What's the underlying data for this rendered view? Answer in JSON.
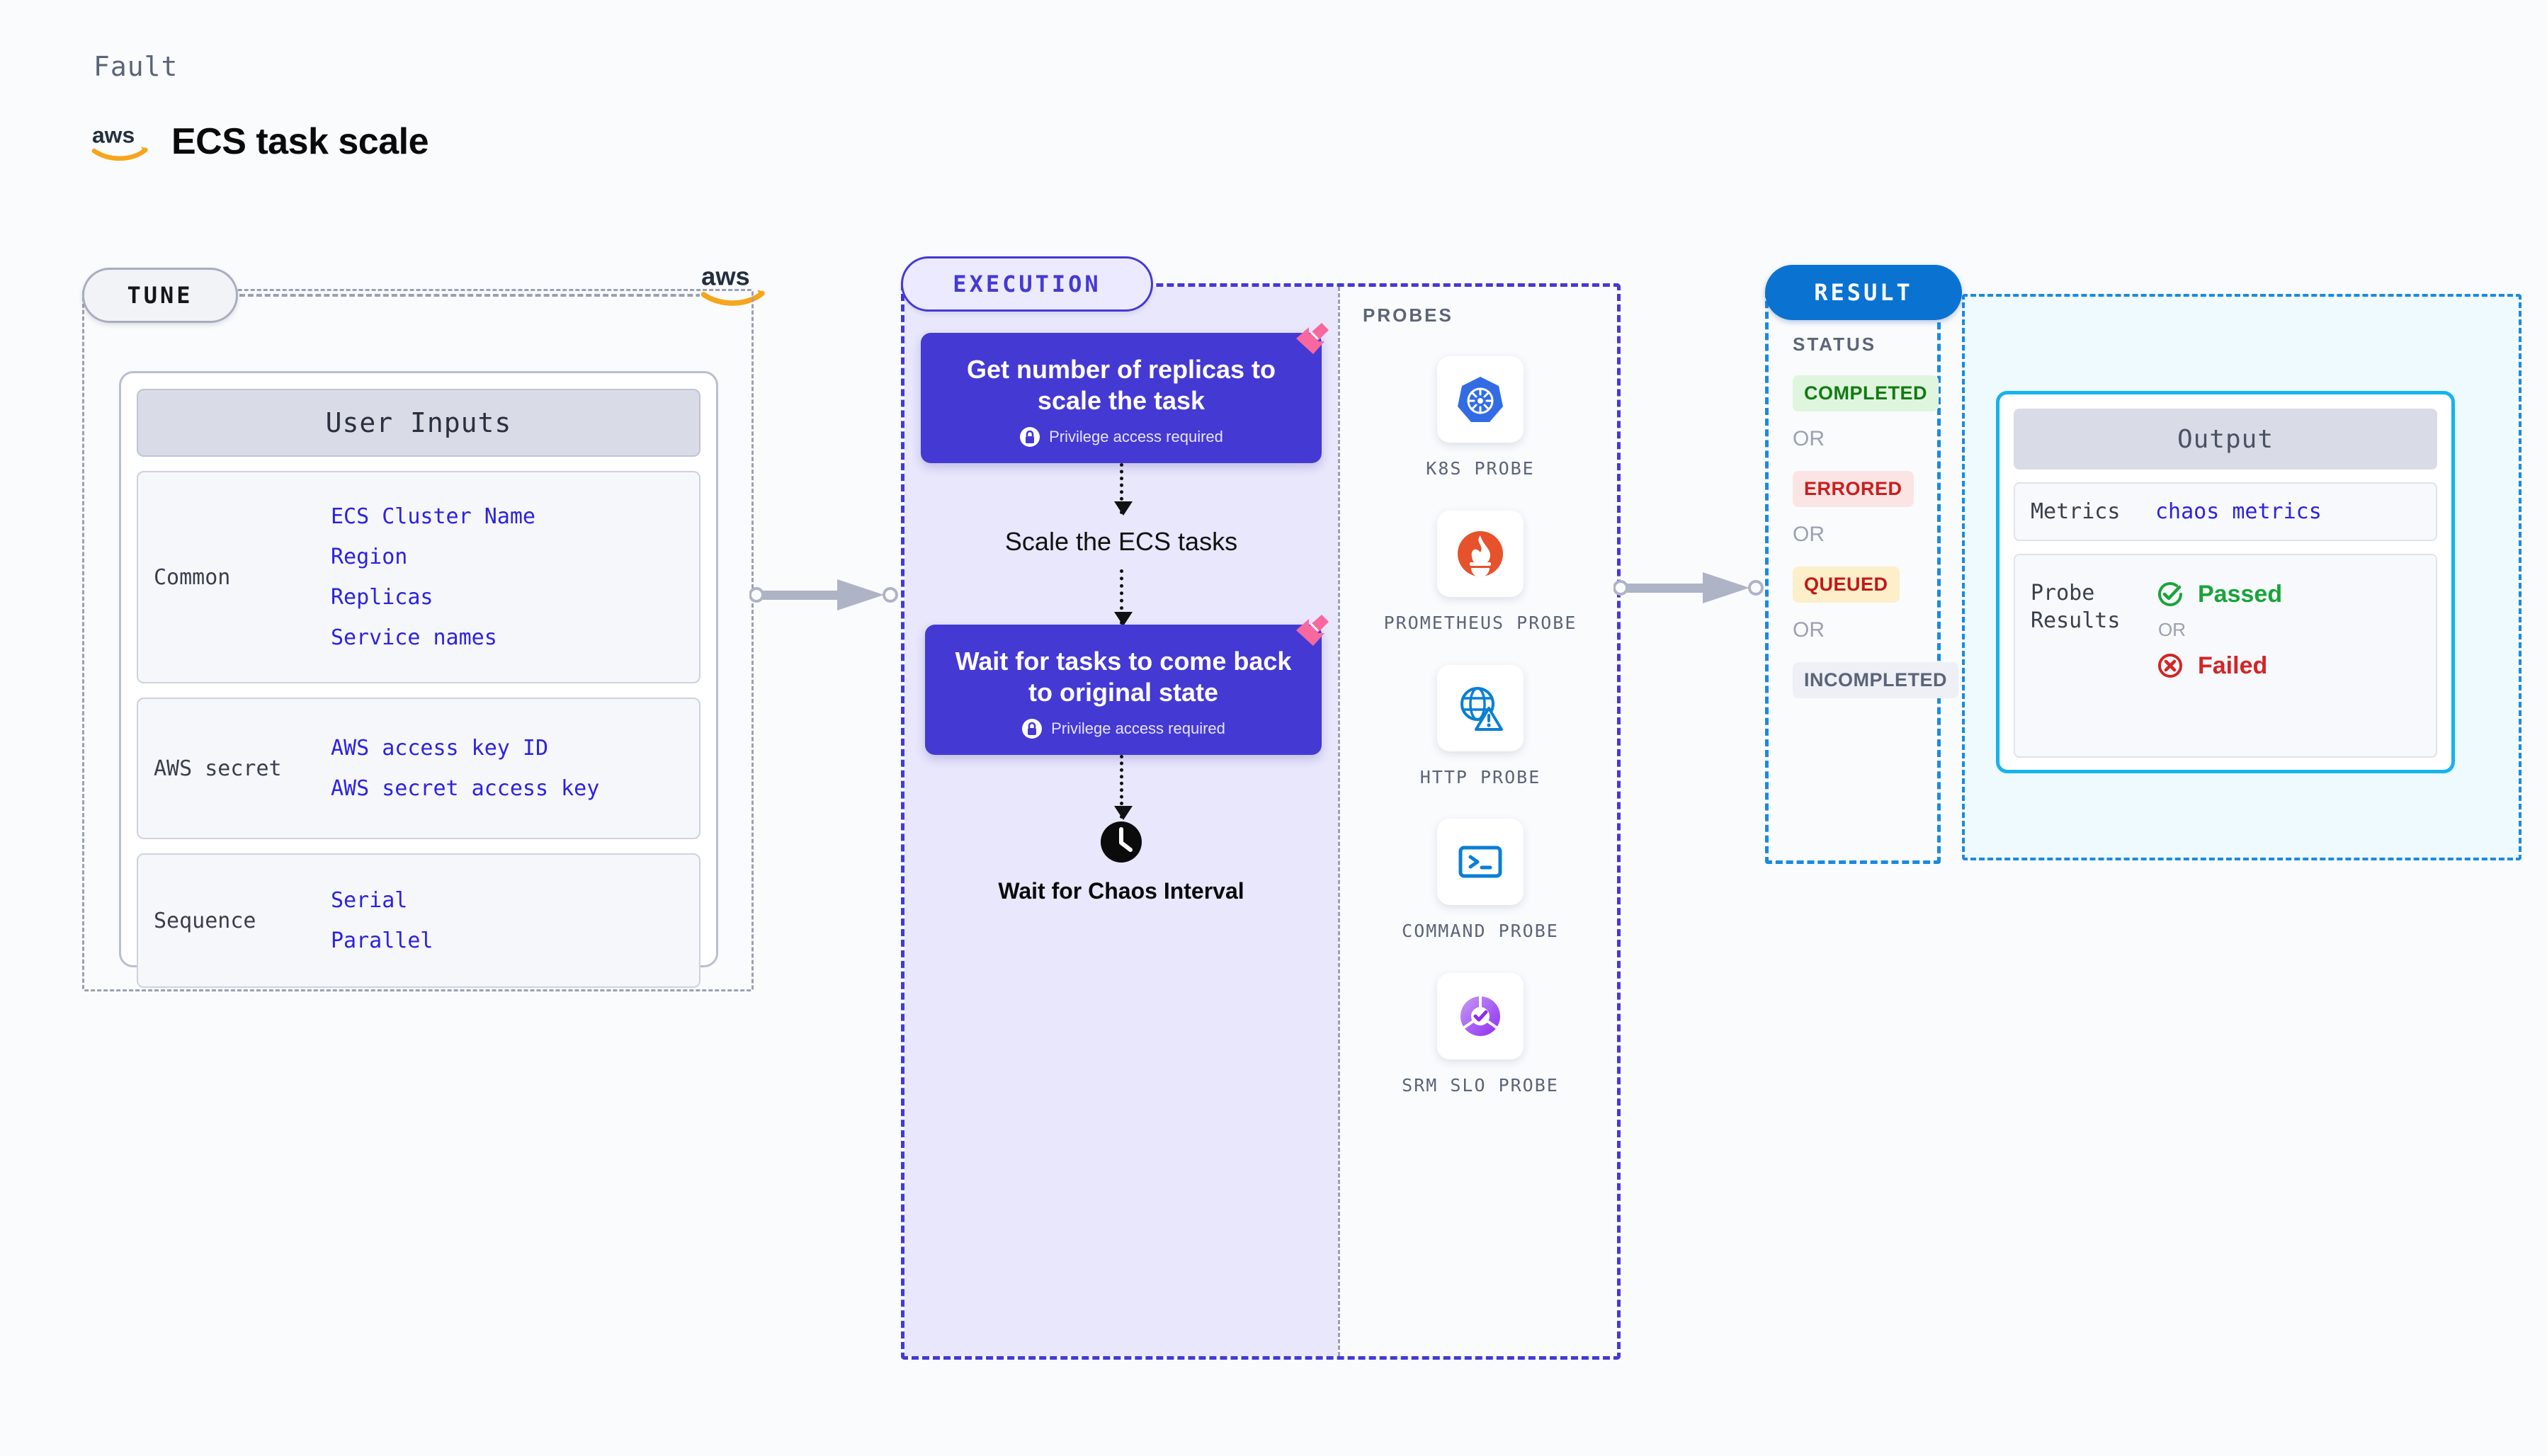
{
  "header": {
    "fault_label": "Fault",
    "title": "ECS task scale",
    "logo_icon": "aws-logo"
  },
  "tune": {
    "badge": "TUNE",
    "connector_logo_icon": "aws-logo",
    "user_inputs": {
      "header": "User Inputs",
      "groups": [
        {
          "label": "Common",
          "values": [
            "ECS Cluster Name",
            "Region",
            "Replicas",
            "Service names"
          ]
        },
        {
          "label": "AWS secret",
          "values": [
            "AWS access key ID",
            "AWS secret access key"
          ]
        },
        {
          "label": "Sequence",
          "values": [
            "Serial",
            "Parallel"
          ]
        }
      ]
    }
  },
  "execution": {
    "badge": "EXECUTION",
    "flow": {
      "step1_title": "Get number of replicas to scale the task",
      "step1_note": "Privilege access required",
      "mid_label": "Scale the ECS tasks",
      "step2_title": "Wait for tasks to come back to original state",
      "step2_note": "Privilege access required",
      "wait_label": "Wait for Chaos Interval",
      "lock_icon": "lock-icon",
      "clock_icon": "clock-icon",
      "corner_icon": "corner-flag-icon"
    },
    "probes": {
      "heading": "PROBES",
      "items": [
        {
          "label": "K8S PROBE",
          "icon": "kubernetes-icon"
        },
        {
          "label": "PROMETHEUS PROBE",
          "icon": "prometheus-icon"
        },
        {
          "label": "HTTP PROBE",
          "icon": "http-globe-icon"
        },
        {
          "label": "COMMAND PROBE",
          "icon": "terminal-icon"
        },
        {
          "label": "SRM SLO PROBE",
          "icon": "srm-slo-icon"
        }
      ]
    }
  },
  "result": {
    "badge": "RESULT",
    "status_heading": "STATUS",
    "or_label": "OR",
    "statuses": [
      {
        "label": "COMPLETED",
        "bg": "#dff5de",
        "fg": "#137a12"
      },
      {
        "label": "ERRORED",
        "bg": "#fbe4e4",
        "fg": "#c81f1f"
      },
      {
        "label": "QUEUED",
        "bg": "#fcefc9",
        "fg": "#c01919"
      },
      {
        "label": "INCOMPLETED",
        "bg": "#eef0f6",
        "fg": "#5b6478"
      }
    ],
    "output": {
      "header": "Output",
      "metrics_label": "Metrics",
      "metrics_value": "chaos metrics",
      "probe_results_label": "Probe Results",
      "passed_label": "Passed",
      "failed_label": "Failed",
      "or_label": "OR",
      "passed_icon": "check-circle-icon",
      "failed_icon": "x-circle-icon"
    }
  },
  "colors": {
    "accent_purple": "#4539d4",
    "accent_blue": "#0a72d0",
    "accent_cyan": "#16b3ec",
    "aws_orange": "#f7a51b",
    "pink_flag": "#f8689f"
  }
}
